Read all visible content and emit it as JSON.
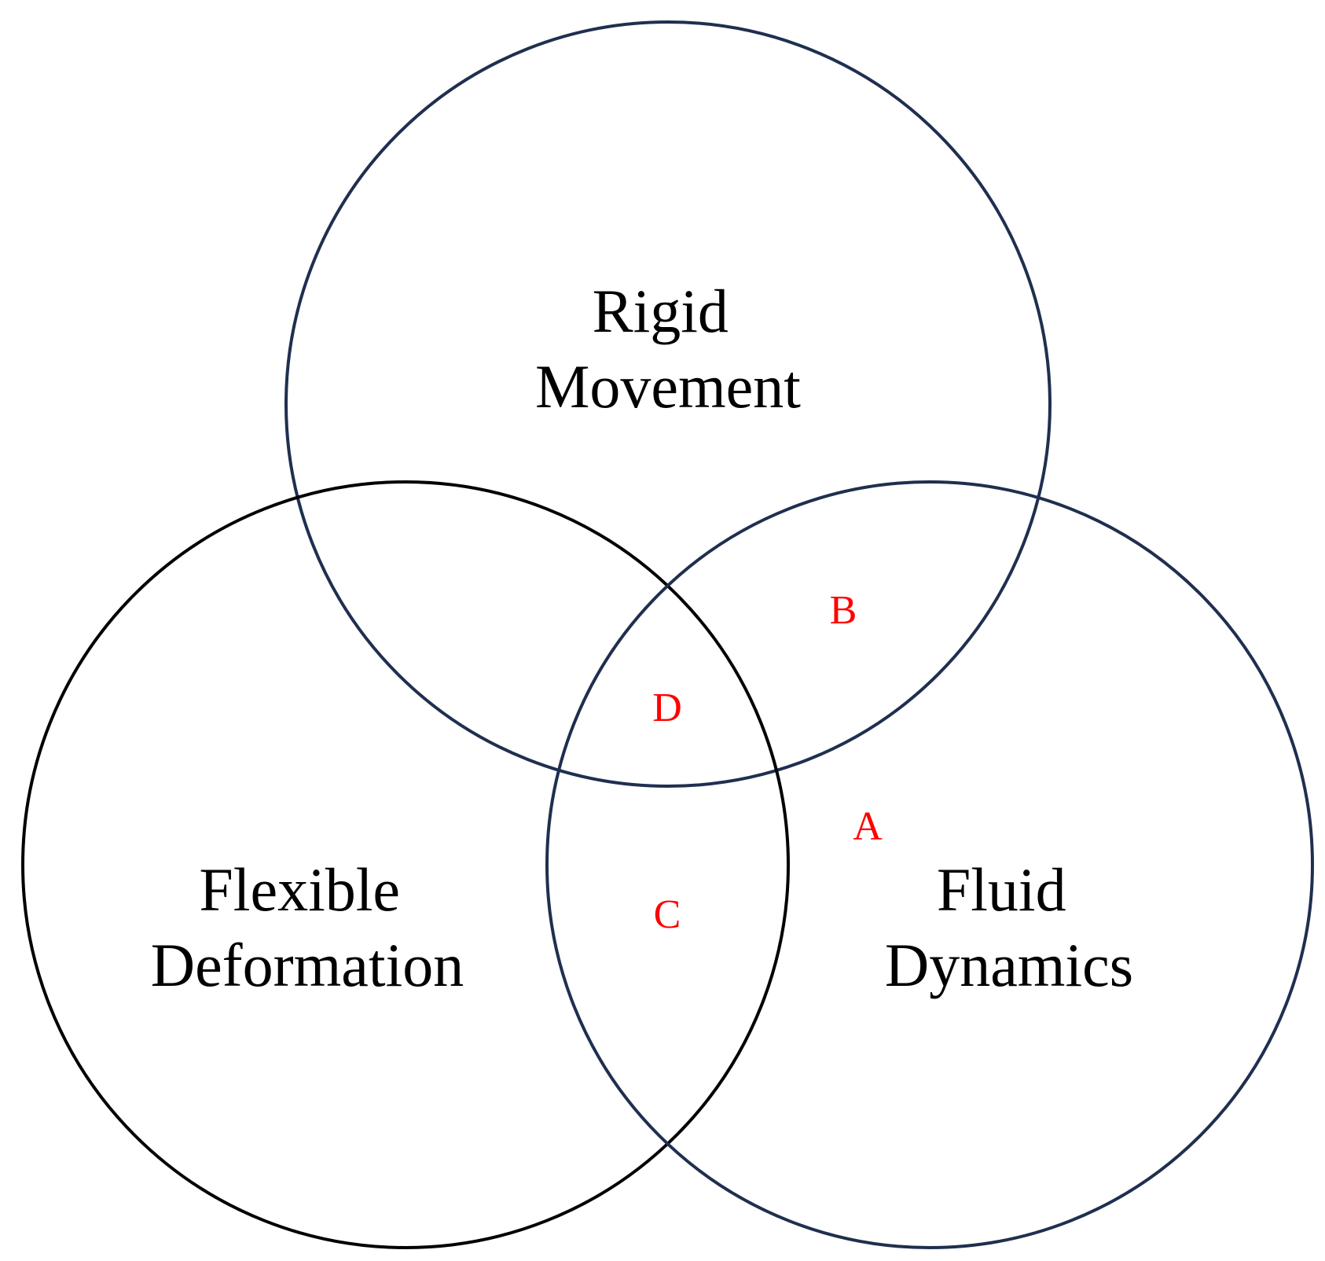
{
  "diagram": {
    "type": "venn",
    "sets": [
      {
        "id": "rigid",
        "label_lines": [
          "Rigid",
          "Movement"
        ],
        "stroke": "#1f2f4f"
      },
      {
        "id": "flexible",
        "label_lines": [
          "Flexible",
          "Deformation"
        ],
        "stroke": "#000000"
      },
      {
        "id": "fluid",
        "label_lines": [
          "Fluid",
          "Dynamics"
        ],
        "stroke": "#1f2f4f"
      }
    ],
    "regions": [
      {
        "id": "A",
        "label": "A"
      },
      {
        "id": "B",
        "label": "B"
      },
      {
        "id": "C",
        "label": "C"
      },
      {
        "id": "D",
        "label": "D"
      }
    ],
    "colors": {
      "background": "#ffffff",
      "set_text": "#000000",
      "region_text": "#ff0000"
    }
  }
}
